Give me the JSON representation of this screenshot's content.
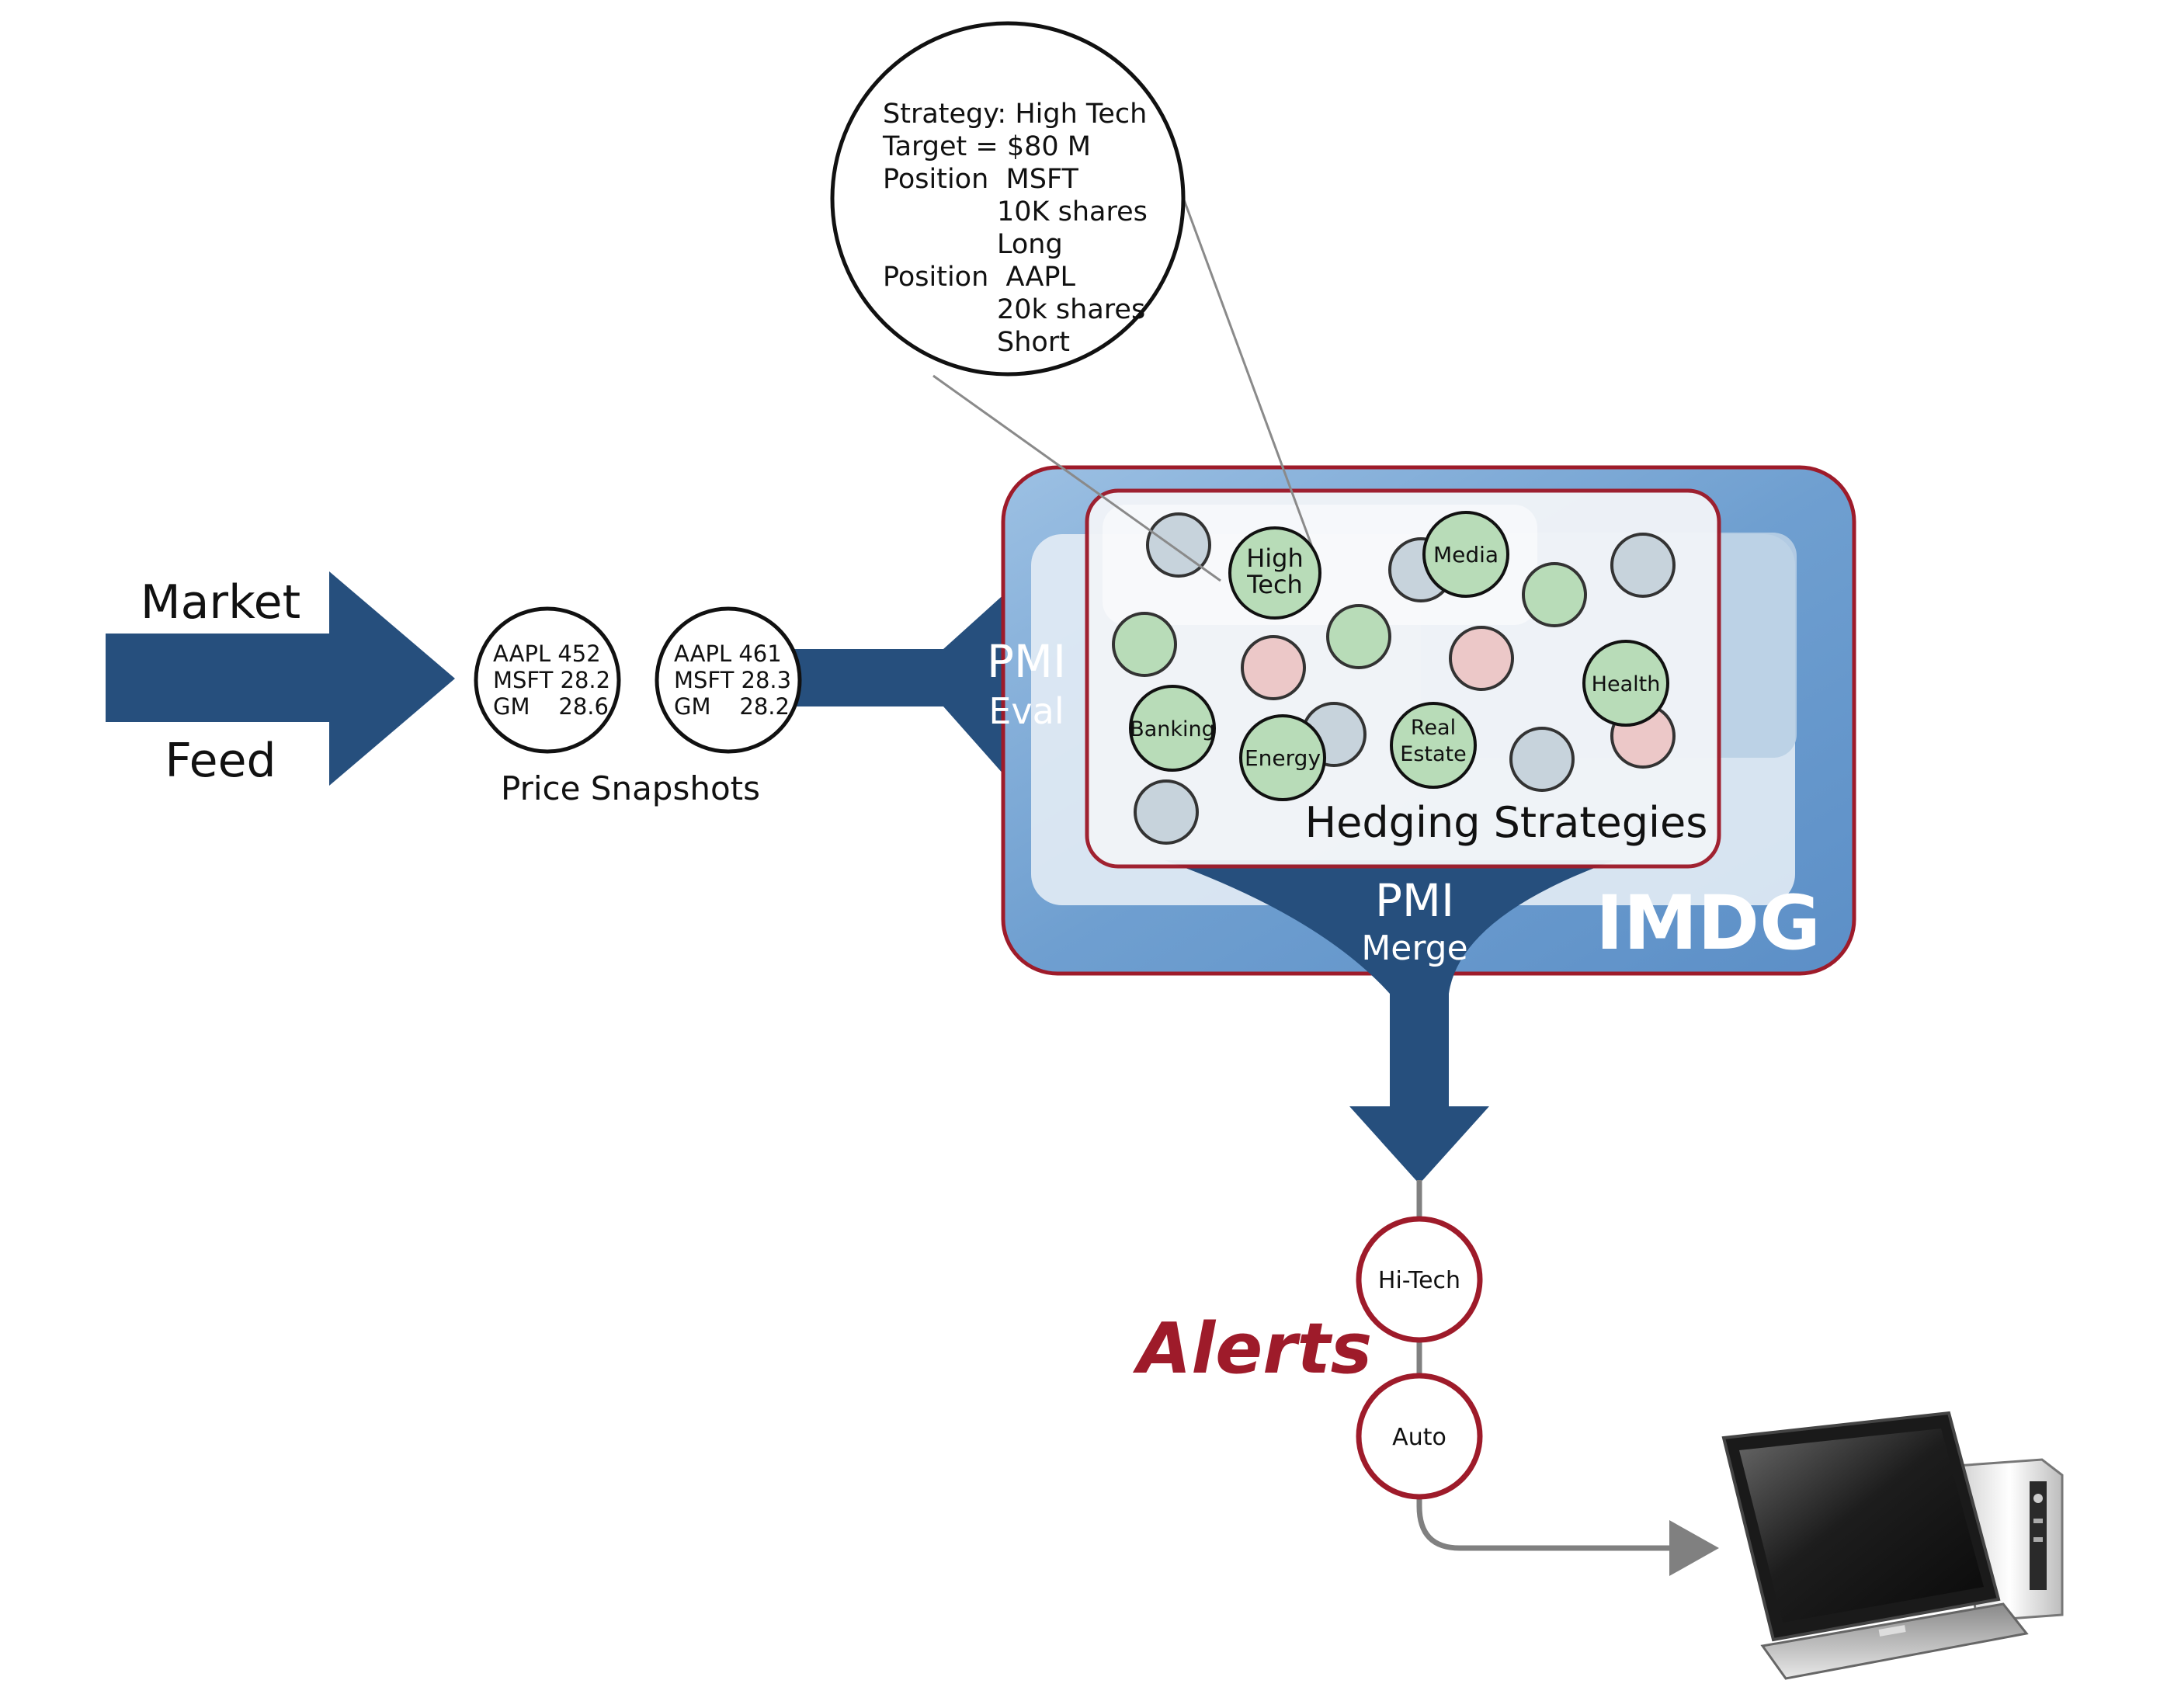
{
  "market_feed": {
    "line1": "Market",
    "line2": "Feed"
  },
  "snapshots": {
    "caption": "Price Snapshots",
    "items": [
      {
        "rows": [
          "AAPL 452",
          "MSFT 28.2",
          "GM    28.6"
        ]
      },
      {
        "rows": [
          "AAPL 461",
          "MSFT 28.3",
          "GM    28.2"
        ]
      }
    ]
  },
  "pmi_eval": {
    "line1": "PMI",
    "line2": "Eval"
  },
  "pmi_merge": {
    "line1": "PMI",
    "line2": "Merge"
  },
  "imdg": {
    "label": "IMDG"
  },
  "hedging": {
    "title": "Hedging Strategies",
    "strategies": [
      "High Tech",
      "Media",
      "Banking",
      "Energy",
      "Real Estate",
      "Health"
    ]
  },
  "callout": {
    "lines": [
      "Strategy: High Tech",
      "Target = $80 M",
      "Position  MSFT",
      "10K shares",
      "Long",
      "Position  AAPL",
      "20k shares",
      "Short"
    ]
  },
  "alerts": {
    "title": "Alerts",
    "items": [
      "Hi-Tech",
      "Auto"
    ]
  },
  "colors": {
    "arrow_blue": "#264f7d",
    "imdg_blue": "#7fa9d4",
    "border_red": "#9e1b2a",
    "alert_red": "#9e1b2a",
    "strategy_green": "#b8dcb8",
    "dot_gray": "#c7d3dc",
    "dot_pink": "#ecc8c8"
  },
  "icons": {
    "workstation": "monitor-icon"
  }
}
